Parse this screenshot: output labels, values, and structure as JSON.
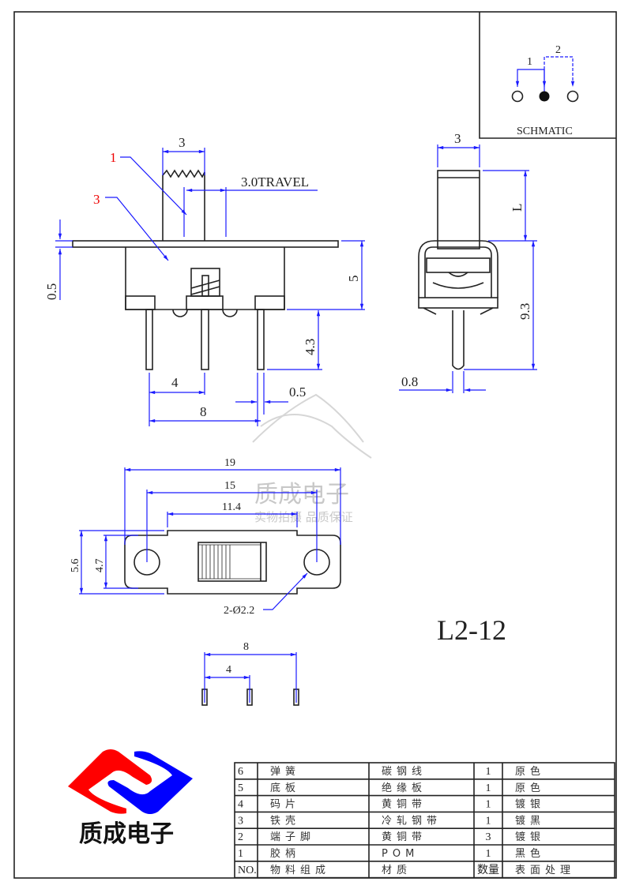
{
  "part_number": "L2-12",
  "schematic": {
    "title": "SCHMATIC",
    "label_1": "1",
    "label_2": "2"
  },
  "front_view": {
    "dim_actuator_width": "3",
    "travel": "3.0TRAVEL",
    "callout_1": "1",
    "callout_3": "3",
    "dim_flange": "0.5",
    "dim_body_height": "5",
    "dim_pin_length": "4.3",
    "dim_pitch": "4",
    "dim_span": "8",
    "dim_pin_width": "0.5"
  },
  "side_view": {
    "dim_width": "3",
    "dim_L": "L",
    "dim_height": "9.3",
    "dim_pin": "0.8"
  },
  "top_view": {
    "dim_19": "19",
    "dim_15": "15",
    "dim_11_4": "11.4",
    "dim_5_6": "5.6",
    "dim_4_7": "4.7",
    "holes": "2-Ø2.2"
  },
  "pcb_view": {
    "dim_8": "8",
    "dim_4": "4"
  },
  "watermark": {
    "line1": "质成电子",
    "line2": "实物拍摄 品质保证"
  },
  "logo": {
    "name": "质成电子",
    "color_red": "#ff0000",
    "color_blue": "#0000ff"
  },
  "bom": {
    "header": {
      "no": "NO.",
      "component": "物料组成",
      "material": "材质",
      "qty": "数量",
      "finish": "表面处理"
    },
    "rows": [
      {
        "no": "6",
        "component": "弹簧",
        "material": "碳钢线",
        "qty": "1",
        "finish": "原色"
      },
      {
        "no": "5",
        "component": "底板",
        "material": "绝缘板",
        "qty": "1",
        "finish": "原色"
      },
      {
        "no": "4",
        "component": "码片",
        "material": "黄铜带",
        "qty": "1",
        "finish": "镀银"
      },
      {
        "no": "3",
        "component": "铁壳",
        "material": "冷轧钢带",
        "qty": "1",
        "finish": "镀黑"
      },
      {
        "no": "2",
        "component": "端子脚",
        "material": "黄铜带",
        "qty": "3",
        "finish": "镀银"
      },
      {
        "no": "1",
        "component": "胶柄",
        "material": "POM",
        "qty": "1",
        "finish": "黑色"
      }
    ]
  }
}
